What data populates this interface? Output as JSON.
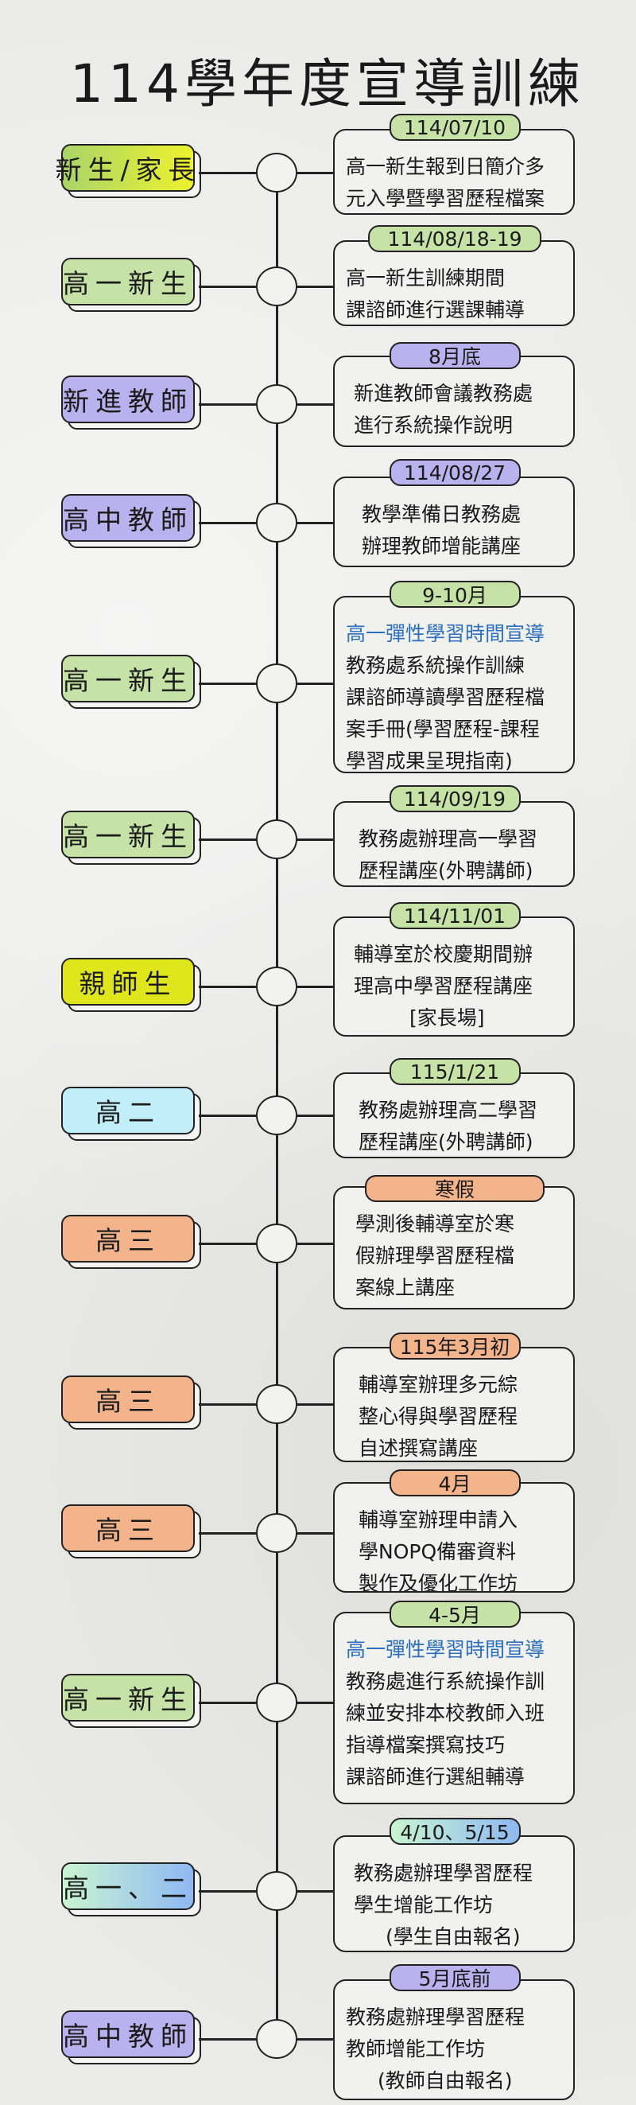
{
  "title": "114學年度宣導訓練",
  "colors": {
    "green": "#c6e2a6",
    "yellowgreen": "linear-gradient(90deg,#a9d46a,#eef22c)",
    "purple": "#b9b2ee",
    "yellow": "#e0e61c",
    "blue": "#c2eef9",
    "orange": "#f3b48b",
    "greenblue": "linear-gradient(90deg,#c9f5d2,#8fb8f3)",
    "highlight_text": "#2c6fbf"
  },
  "events": [
    {
      "audience": "新生/家長",
      "audience_color": "yellowgreen",
      "date": "114/07/10",
      "date_color": "green",
      "lines": [
        {
          "text": "高一新生報到日簡介多"
        },
        {
          "text": "元入學暨學習歷程檔案"
        }
      ]
    },
    {
      "audience": "高一新生",
      "audience_color": "green",
      "date": "114/08/18-19",
      "date_color": "green",
      "lines": [
        {
          "text": "高一新生訓練期間"
        },
        {
          "text": "課諮師進行選課輔導"
        }
      ]
    },
    {
      "audience": "新進教師",
      "audience_color": "purple",
      "date": "8月底",
      "date_color": "purple",
      "lines": [
        {
          "text": "新進教師會議教務處"
        },
        {
          "text": "進行系統操作說明"
        }
      ]
    },
    {
      "audience": "高中教師",
      "audience_color": "purple",
      "date": "114/08/27",
      "date_color": "purple",
      "lines": [
        {
          "text": "教學準備日教務處"
        },
        {
          "text": "辦理教師增能講座"
        }
      ]
    },
    {
      "audience": "高一新生",
      "audience_color": "green",
      "date": "9-10月",
      "date_color": "green",
      "lines": [
        {
          "text": "高一彈性學習時間宣導",
          "highlight": true
        },
        {
          "text": "教務處系統操作訓練"
        },
        {
          "text": "課諮師導讀學習歷程檔"
        },
        {
          "text": "案手冊(學習歷程-課程"
        },
        {
          "text": "學習成果呈現指南)"
        }
      ]
    },
    {
      "audience": "高一新生",
      "audience_color": "green",
      "date": "114/09/19",
      "date_color": "green",
      "lines": [
        {
          "text": "教務處辦理高一學習"
        },
        {
          "text": "歷程講座(外聘講師)"
        }
      ]
    },
    {
      "audience": "親師生",
      "audience_color": "yellow",
      "date": "114/11/01",
      "date_color": "green",
      "lines": [
        {
          "text": "輔導室於校慶期間辦"
        },
        {
          "text": "理高中學習歷程講座"
        },
        {
          "text": "[家長場]"
        }
      ]
    },
    {
      "audience": "高二",
      "audience_color": "blue",
      "date": "115/1/21",
      "date_color": "green",
      "lines": [
        {
          "text": "教務處辦理高二學習"
        },
        {
          "text": "歷程講座(外聘講師)"
        }
      ]
    },
    {
      "audience": "高三",
      "audience_color": "orange",
      "date": "寒假",
      "date_color": "orange",
      "lines": [
        {
          "text": "學測後輔導室於寒"
        },
        {
          "text": "假辦理學習歷程檔"
        },
        {
          "text": "案線上講座"
        }
      ]
    },
    {
      "audience": "高三",
      "audience_color": "orange",
      "date": "115年3月初",
      "date_color": "orange",
      "lines": [
        {
          "text": "輔導室辦理多元綜"
        },
        {
          "text": "整心得與學習歷程"
        },
        {
          "text": "自述撰寫講座"
        }
      ]
    },
    {
      "audience": "高三",
      "audience_color": "orange",
      "date": "4月",
      "date_color": "orange",
      "lines": [
        {
          "text": "輔導室辦理申請入"
        },
        {
          "text": "學NOPQ備審資料"
        },
        {
          "text": "製作及優化工作坊"
        }
      ]
    },
    {
      "audience": "高一新生",
      "audience_color": "green",
      "date": "4-5月",
      "date_color": "green",
      "lines": [
        {
          "text": "高一彈性學習時間宣導",
          "highlight": true
        },
        {
          "text": "教務處進行系統操作訓"
        },
        {
          "text": "練並安排本校教師入班"
        },
        {
          "text": "指導檔案撰寫技巧"
        },
        {
          "text": "課諮師進行選組輔導"
        }
      ]
    },
    {
      "audience": "高一、二",
      "audience_color": "greenblue",
      "date": "4/10、5/15",
      "date_color": "greenblue",
      "lines": [
        {
          "text": "教務處辦理學習歷程"
        },
        {
          "text": "學生增能工作坊"
        },
        {
          "text": "(學生自由報名)"
        }
      ]
    },
    {
      "audience": "高中教師",
      "audience_color": "purple",
      "date": "5月底前",
      "date_color": "purple",
      "lines": [
        {
          "text": "教務處辦理學習歷程"
        },
        {
          "text": "教師增能工作坊"
        },
        {
          "text": "(教師自由報名)"
        }
      ]
    }
  ]
}
